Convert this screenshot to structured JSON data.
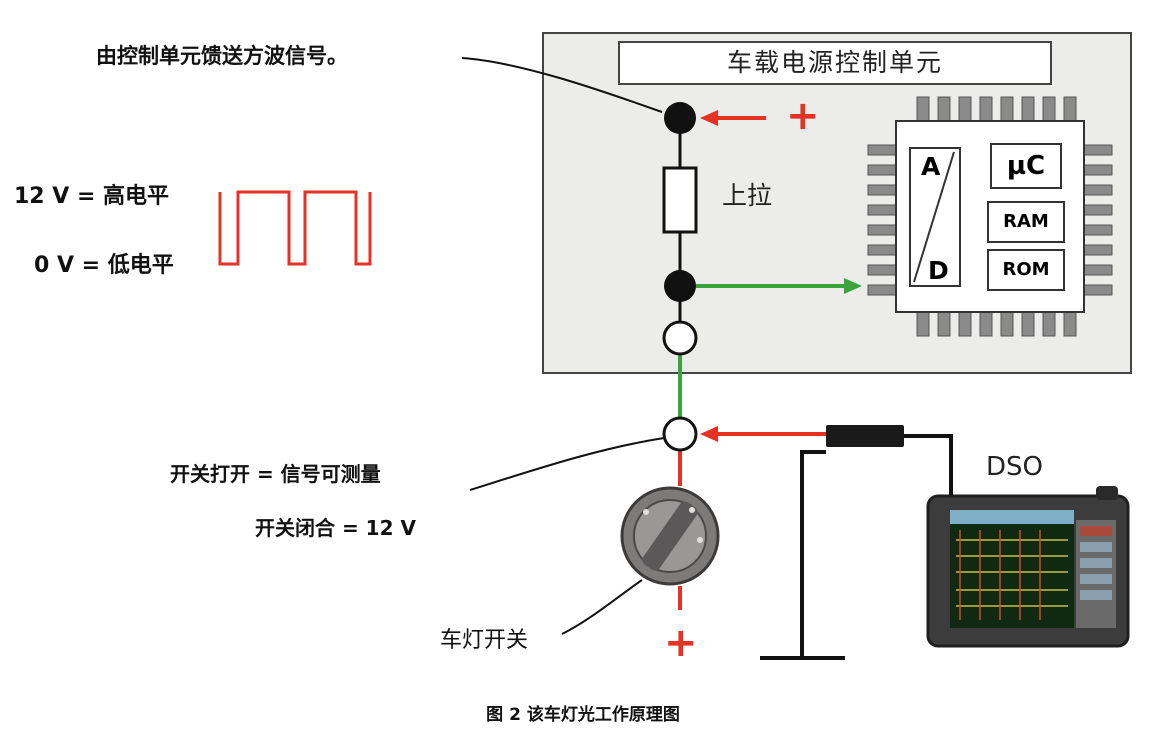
{
  "annotations": {
    "feed_signal": "由控制单元馈送方波信号。",
    "high_level": "12 V = 高电平",
    "low_level": "0 V = 低电平",
    "switch_open": "开关打开 = 信号可测量",
    "switch_closed": "开关闭合 = 12 V",
    "light_switch": "车灯开关",
    "pull_up": "上拉",
    "dso": "DSO"
  },
  "ecu": {
    "title": "车载电源控制单元",
    "ad_top": "A",
    "ad_bottom": "D",
    "microcontroller": "µC",
    "ram": "RAM",
    "rom": "ROM"
  },
  "symbols": {
    "plus_top": "+",
    "plus_bottom": "+"
  },
  "caption": "图 2  该车灯光工作原理图",
  "colors": {
    "signal_red": "#e53224",
    "wire_green": "#3aa33a",
    "wire_black": "#111111",
    "panel_gray": "#ecedeb"
  }
}
